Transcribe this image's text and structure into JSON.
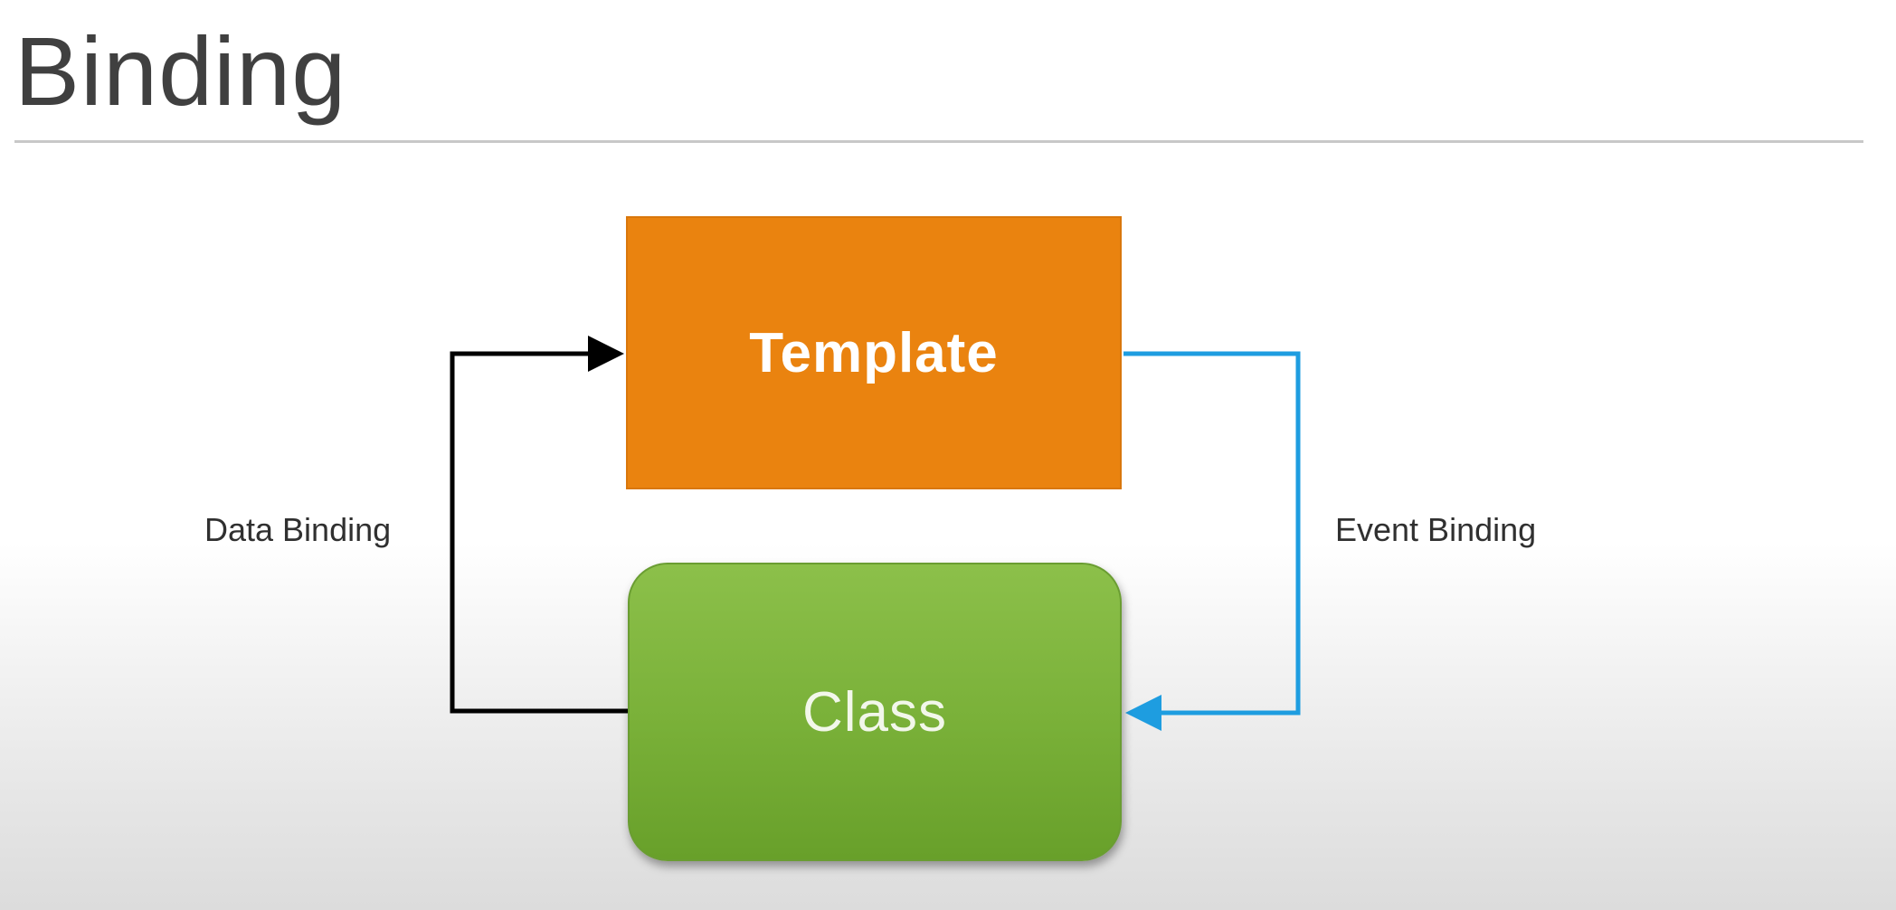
{
  "slide": {
    "title": "Binding"
  },
  "diagram": {
    "nodes": {
      "template": {
        "label": "Template",
        "color": "#ea830f"
      },
      "class": {
        "label": "Class",
        "color": "#79b038"
      }
    },
    "edges": [
      {
        "from": "class",
        "to": "template",
        "label": "Data Binding",
        "color": "#000000"
      },
      {
        "from": "template",
        "to": "class",
        "label": "Event Binding",
        "color": "#1e9de0"
      }
    ]
  }
}
